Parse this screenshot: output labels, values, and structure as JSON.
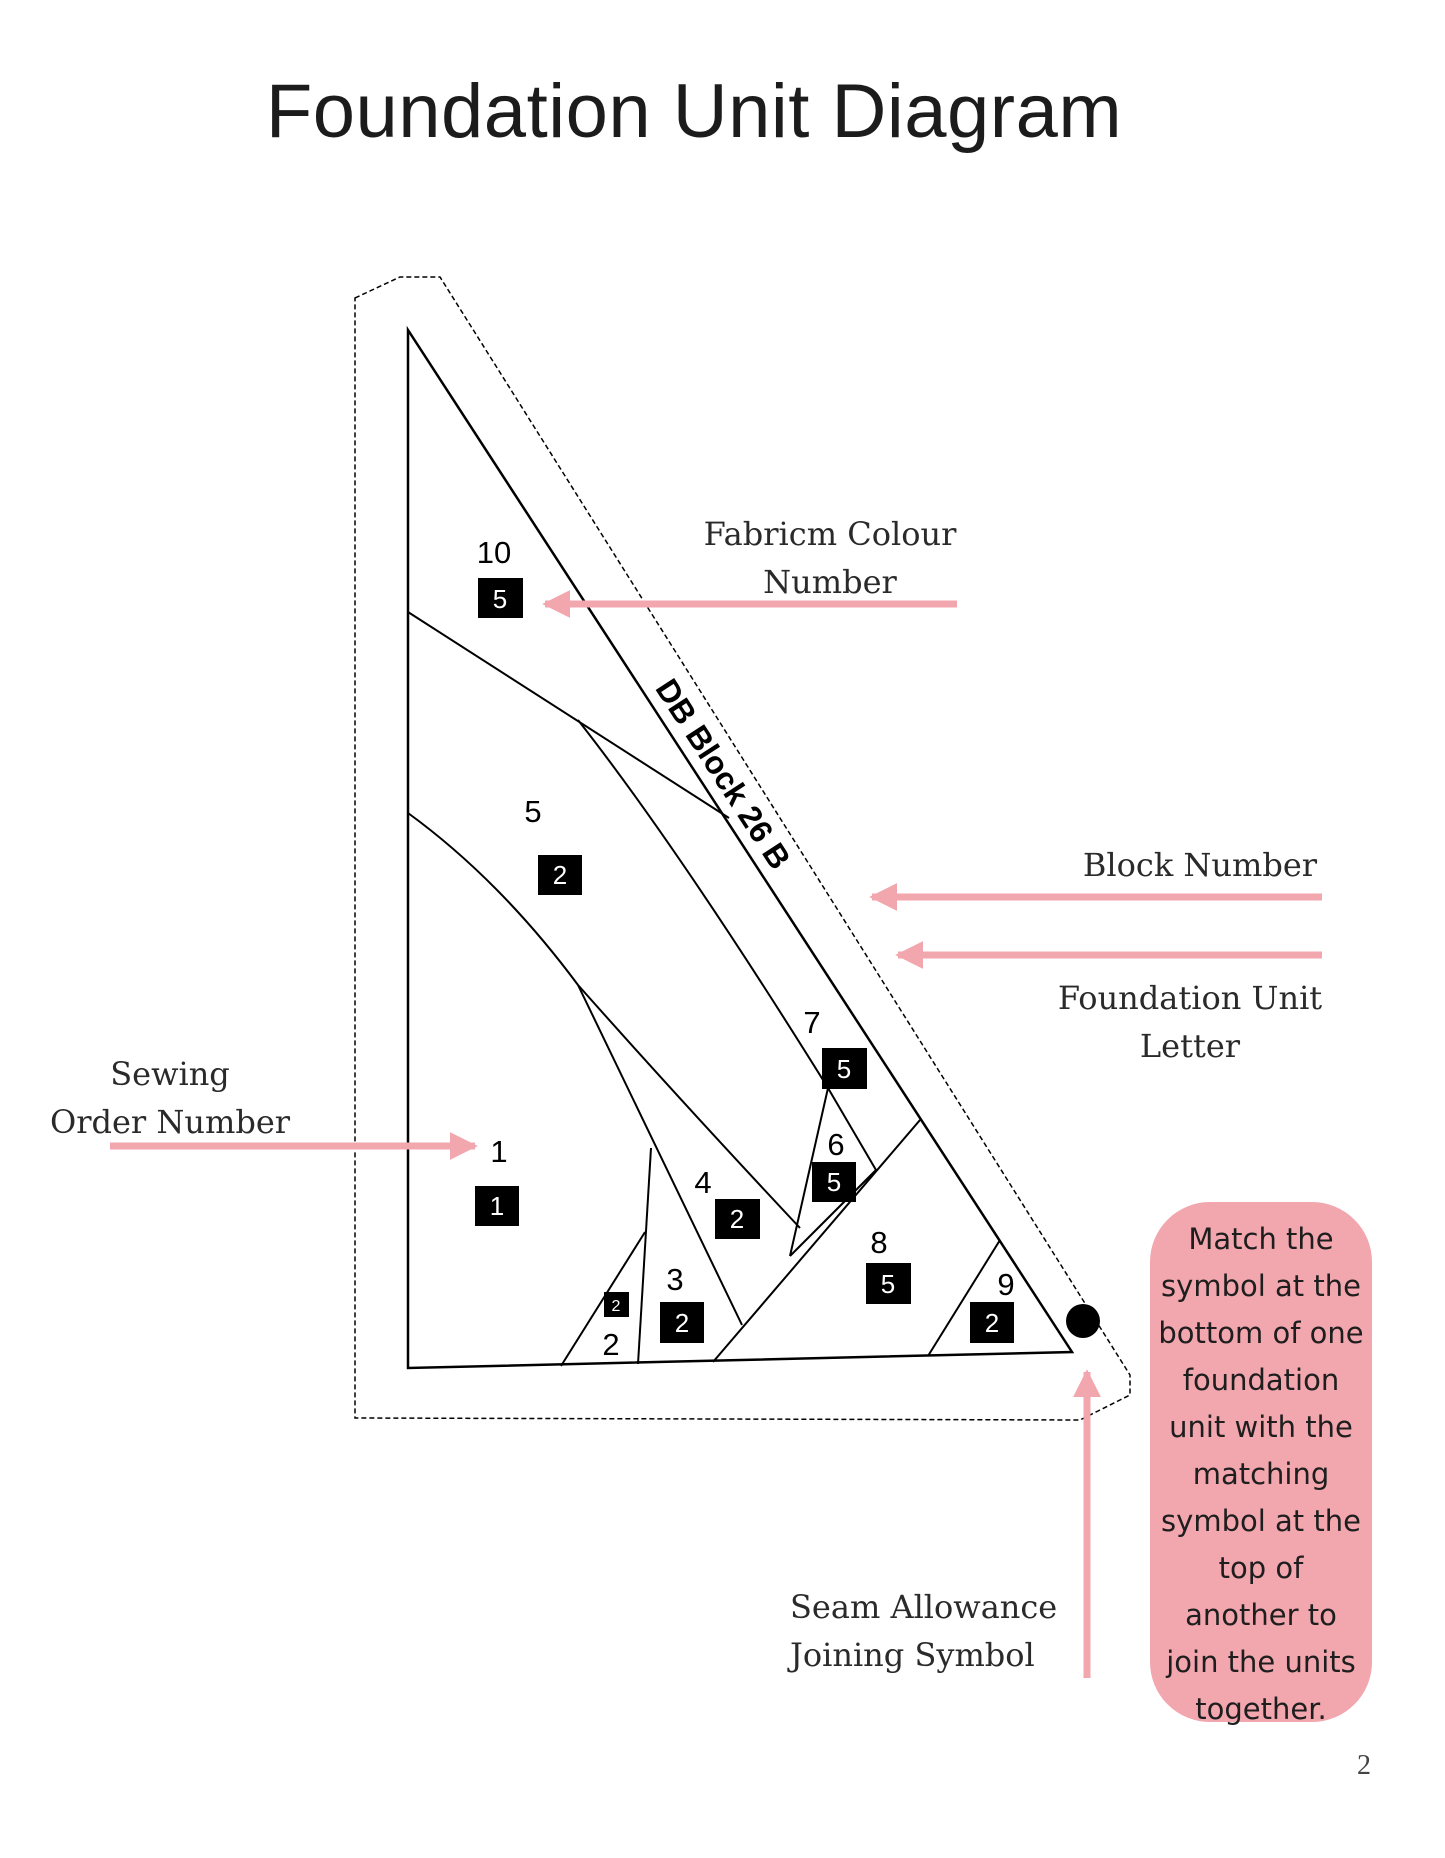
{
  "title": "Foundation Unit Diagram",
  "diagram": {
    "block_label": "DB Block 26 B",
    "pieces": [
      {
        "order": "10",
        "colour": "5"
      },
      {
        "order": "5",
        "colour": "2"
      },
      {
        "order": "7",
        "colour": "5"
      },
      {
        "order": "6",
        "colour": "5"
      },
      {
        "order": "1",
        "colour": "1"
      },
      {
        "order": "4",
        "colour": "2"
      },
      {
        "order": "8",
        "colour": "5"
      },
      {
        "order": "3",
        "colour": "2"
      },
      {
        "order": "9",
        "colour": "2"
      },
      {
        "order": "2",
        "colour": "2"
      }
    ]
  },
  "callouts": {
    "fabric_colour": [
      "Fabricm Colour",
      "Number"
    ],
    "block_number": [
      "Block Number"
    ],
    "foundation_letter": [
      "Foundation Unit",
      "Letter"
    ],
    "sewing_order": [
      "Sewing",
      "Order Number"
    ],
    "seam_symbol": [
      "Seam Allowance",
      "Joining Symbol"
    ]
  },
  "note": "Match the symbol at the bottom of one foundation unit with the matching symbol at the top of another to join the units together.",
  "note_lines": [
    "Match the",
    "symbol at the",
    "bottom of one",
    "foundation",
    "unit with the",
    "matching",
    "symbol at the",
    "top of",
    "another to",
    "join the units",
    "together."
  ],
  "page_number": "2",
  "colors": {
    "arrow": "#f2a6ae",
    "note_box": "#f2a6ae",
    "line": "#000000"
  }
}
